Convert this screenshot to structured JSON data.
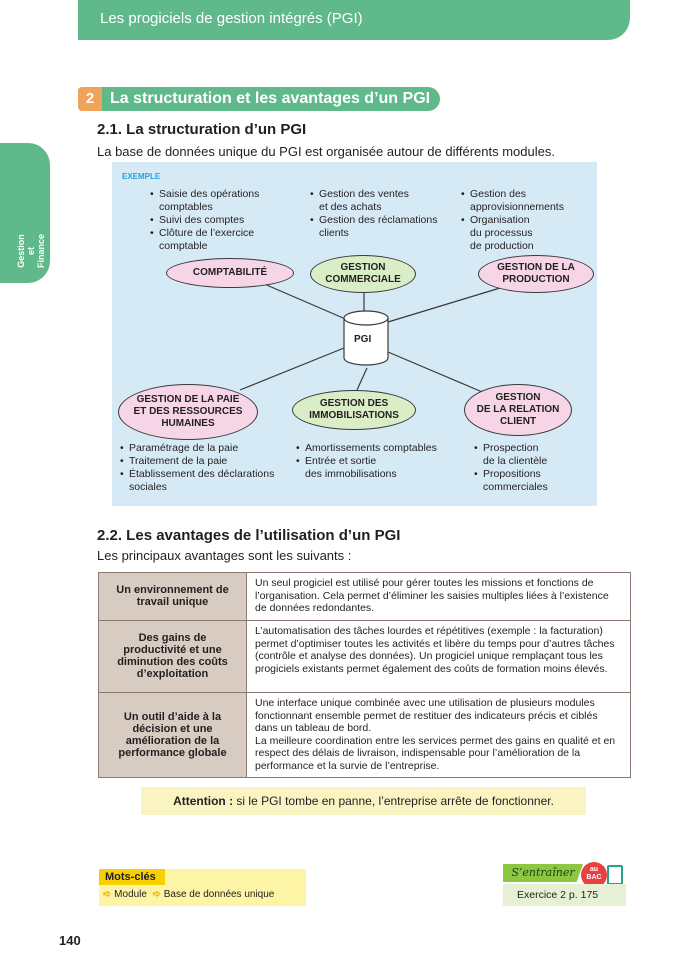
{
  "header": {
    "title": "Les progiciels de gestion intégrés (PGI)"
  },
  "side_tab": {
    "label": "Gestion et Finance"
  },
  "section": {
    "number": "2",
    "title": "La structuration et les avantages d’un PGI"
  },
  "sub1": {
    "title": "2.1. La structuration d’un PGI",
    "intro": "La base de données unique du PGI est organisée autour de différents modules."
  },
  "diagram": {
    "example_label": "EXEMPLE",
    "center": "PGI",
    "top_lists": [
      [
        "Saisie des opérations\ncomptables",
        "Suivi des comptes",
        "Clôture de l’exercice\ncomptable"
      ],
      [
        "Gestion des ventes\net des achats",
        "Gestion des réclamations\nclients"
      ],
      [
        "Gestion des\napprovisionnements",
        "Organisation\ndu processus\nde production"
      ]
    ],
    "nodes": [
      "COMPTABILITÉ",
      "GESTION\nCOMMERCIALE",
      "GESTION DE LA\nPRODUCTION",
      "GESTION DE LA PAIE\nET DES RESSOURCES\nHUMAINES",
      "GESTION DES\nIMMOBILISATIONS",
      "GESTION\nDE LA RELATION\nCLIENT"
    ],
    "bottom_lists": [
      [
        "Paramétrage de la paie",
        "Traitement de la paie",
        "Établissement des déclarations\nsociales"
      ],
      [
        "Amortissements comptables",
        "Entrée et sortie\ndes immobilisations"
      ],
      [
        "Prospection\nde la clientèle",
        "Propositions\ncommerciales"
      ]
    ]
  },
  "sub2": {
    "title": "2.2. Les avantages de l’utilisation d’un PGI",
    "intro": "Les principaux avantages sont les suivants :"
  },
  "advantages": [
    {
      "label": "Un environnement de travail unique",
      "text": "Un seul progiciel est utilisé pour gérer toutes les missions et fonctions de l’organisation. Cela permet d’éliminer les saisies multiples liées à l’existence de données redondantes."
    },
    {
      "label": "Des gains de productivité et une diminution des coûts d’exploitation",
      "text": "L’automatisation des tâches lourdes et répétitives (exemple : la facturation) permet d’optimiser toutes les activités et libère du temps pour d’autres tâches (contrôle et analyse des données). Un progiciel unique remplaçant tous les progiciels existants permet également des coûts de formation moins élevés."
    },
    {
      "label": "Un outil d’aide à la décision et une amélioration de la performance globale",
      "text": "Une interface unique combinée avec une utilisation de plusieurs modules fonctionnant ensemble permet de restituer des indicateurs précis et ciblés dans un tableau de bord.",
      "text2": "La meilleure coordination entre les services permet des gains en qualité et en respect des délais de livraison, indispensable pour l’amélioration de la performance et la survie de l’entreprise."
    }
  ],
  "attention": {
    "label": "Attention :",
    "text": " si le PGI tombe en panne, l’entreprise arrête de fonctionner."
  },
  "keywords": {
    "title": "Mots-clés",
    "items": [
      "Module",
      "Base de données unique"
    ]
  },
  "train": {
    "label": "S’entraîner",
    "badge_top": "au",
    "badge_bottom": "BAC",
    "exercise": "Exercice 2 p. 175"
  },
  "page_number": "140",
  "colors": {
    "green": "#5fb98a",
    "orange": "#f0a35a",
    "diagram_bg": "#d6eaf6",
    "table_label_bg": "#d7cbc2"
  }
}
